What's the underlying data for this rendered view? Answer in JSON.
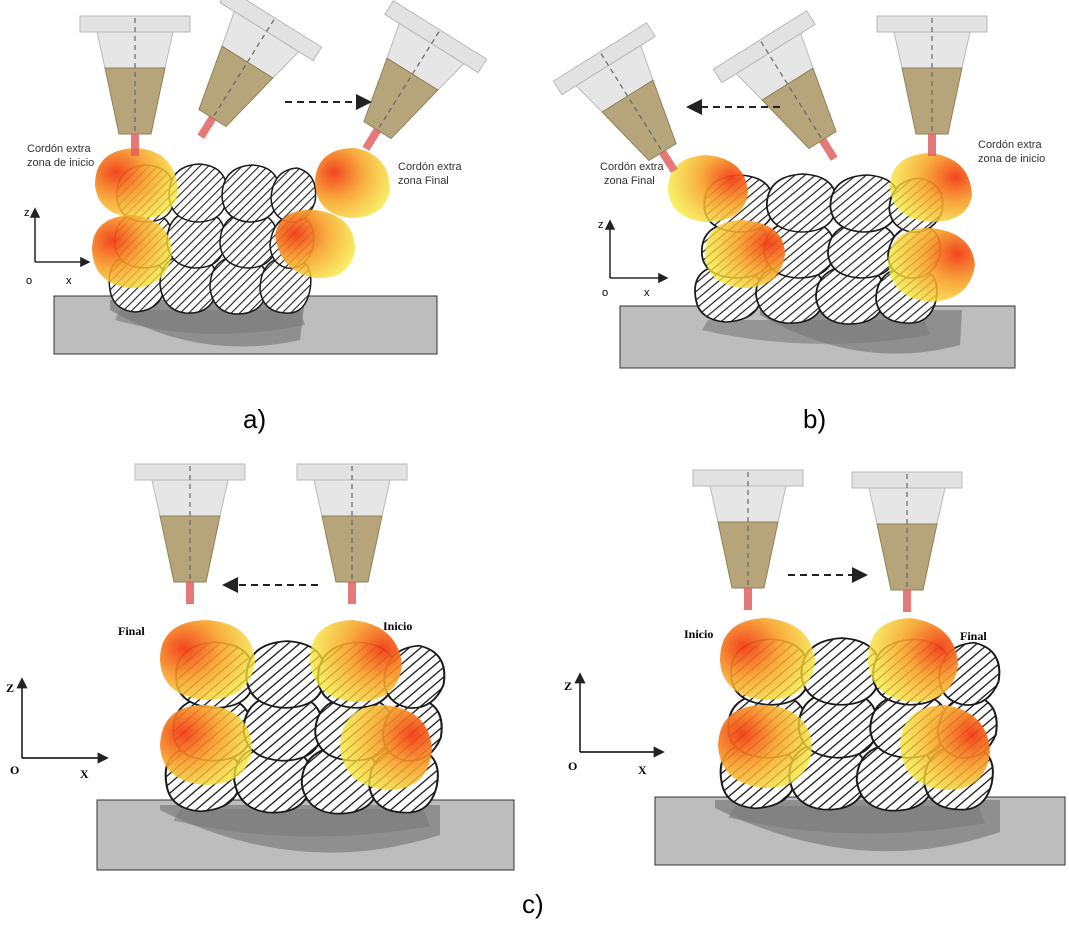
{
  "panels": {
    "a": {
      "caption": "a)",
      "start_label_line1": "Cordón extra",
      "start_label_line2": "zona de inicio",
      "end_label_line1": "Cordón extra",
      "end_label_line2": "zona Final",
      "axis_z": "z",
      "axis_x": "x",
      "axis_origin": "o"
    },
    "b": {
      "caption": "b)",
      "end_label_line1": "Cordón extra",
      "end_label_line2": "zona Final",
      "start_label_line1": "Cordón extra",
      "start_label_line2": "zona de inicio",
      "axis_z": "z",
      "axis_x": "x",
      "axis_origin": "o"
    },
    "c_left": {
      "end_label": "Final",
      "start_label": "Inicio",
      "axis_z": "Z",
      "axis_x": "X",
      "axis_origin": "O"
    },
    "c_right": {
      "start_label": "Inicio",
      "end_label": "Final",
      "axis_z": "Z",
      "axis_x": "X",
      "axis_origin": "O"
    },
    "c": {
      "caption": "c)"
    }
  },
  "colors": {
    "nozzle_body": "#e2e2e2",
    "nozzle_tip": "#b6a57a",
    "laser": "#e06060",
    "bead_hot": "#f23c14",
    "bead_warm": "#f5ef3a",
    "substrate": "#bdbdbd",
    "bead_outline": "#1a1a1a"
  }
}
